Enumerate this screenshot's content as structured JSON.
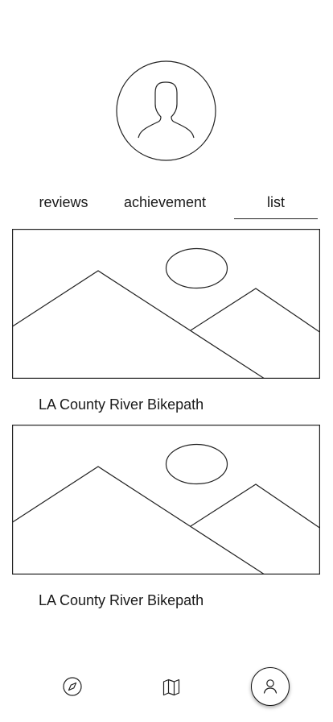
{
  "profile": {
    "avatar_icon": "user-avatar-icon"
  },
  "tabs": [
    {
      "label": "reviews",
      "selected": false
    },
    {
      "label": "achievement",
      "selected": false
    },
    {
      "label": "list",
      "selected": true
    }
  ],
  "list_items": [
    {
      "title": "LA County River Bikepath",
      "image_icon": "image-placeholder-icon"
    },
    {
      "title": "LA County River Bikepath",
      "image_icon": "image-placeholder-icon"
    }
  ],
  "bottom_nav": [
    {
      "icon": "compass-icon",
      "active": false
    },
    {
      "icon": "map-icon",
      "active": false
    },
    {
      "icon": "user-icon",
      "active": true
    }
  ]
}
